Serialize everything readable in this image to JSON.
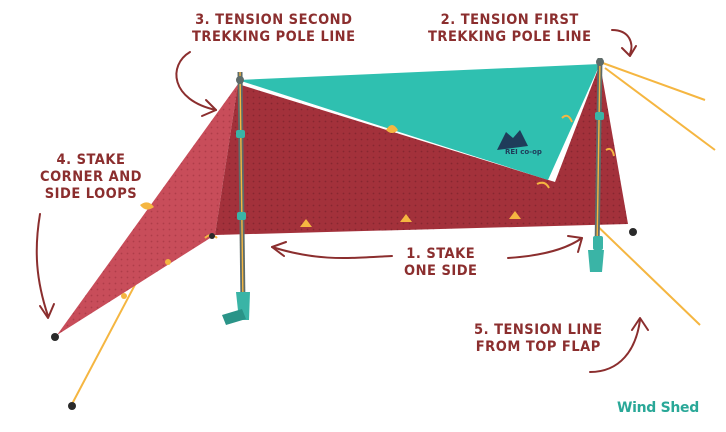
{
  "colors": {
    "label": "#8b2e2e",
    "tarp_red": "#a3313b",
    "tarp_pink": "#c84d5a",
    "tarp_teal": "#2fc0b0",
    "line": "#f5b641",
    "pole": "#5d6b69",
    "foot": "#3ab4a6",
    "logo": "#2aa898"
  },
  "labels": {
    "step3": {
      "line1": "3. TENSION SECOND",
      "line2": "TREKKING POLE LINE"
    },
    "step2": {
      "line1": "2. TENSION FIRST",
      "line2": "TREKKING POLE LINE"
    },
    "step4": {
      "line1": "4. STAKE",
      "line2": "CORNER AND",
      "line3": "SIDE LOOPS"
    },
    "step1": {
      "line1": "1. STAKE",
      "line2": "ONE SIDE"
    },
    "step5": {
      "line1": "5. TENSION LINE",
      "line2": "FROM TOP FLAP"
    }
  },
  "logo_text": "Wind Shed",
  "tarp_logo": "REI co-op"
}
